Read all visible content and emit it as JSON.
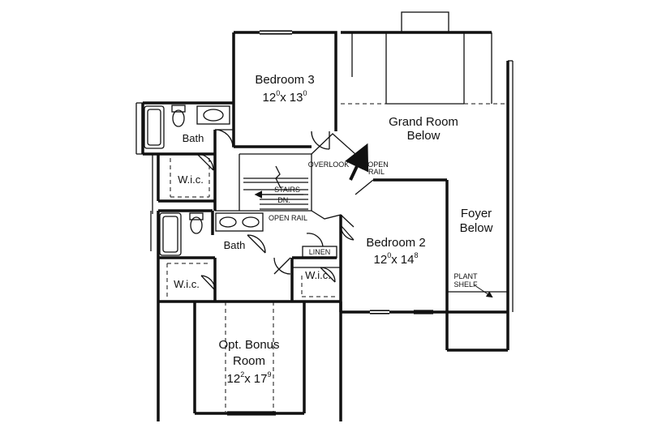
{
  "rooms": {
    "bedroom3": {
      "name": "Bedroom 3",
      "w": "12",
      "wsup": "0",
      "h": "13",
      "hsup": "0"
    },
    "bedroom2": {
      "name": "Bedroom 2",
      "w": "12",
      "wsup": "0",
      "h": "14",
      "hsup": "8"
    },
    "bonus": {
      "line1": "Opt. Bonus",
      "line2": "Room",
      "w": "12",
      "wsup": "2",
      "h": "17",
      "hsup": "9"
    },
    "grand_room": {
      "line1": "Grand Room",
      "line2": "Below"
    },
    "foyer": {
      "line1": "Foyer",
      "line2": "Below"
    },
    "bath_upper": "Bath",
    "bath_lower": "Bath",
    "wic_upper": "W.i.c.",
    "wic_lower_left": "W.i.c.",
    "wic_lower_right": "W.i.c.",
    "linen": "LINEN"
  },
  "annotations": {
    "overlook": "OVERLOOK",
    "open_rail_right_1": "OPEN",
    "open_rail_right_2": "RAIL",
    "stairs": "STAIRS",
    "dn": "DN.",
    "open_rail_bottom": "OPEN RAIL",
    "plant_shelf_1": "PLANT",
    "plant_shelf_2": "SHELF"
  },
  "x_sep": "x"
}
